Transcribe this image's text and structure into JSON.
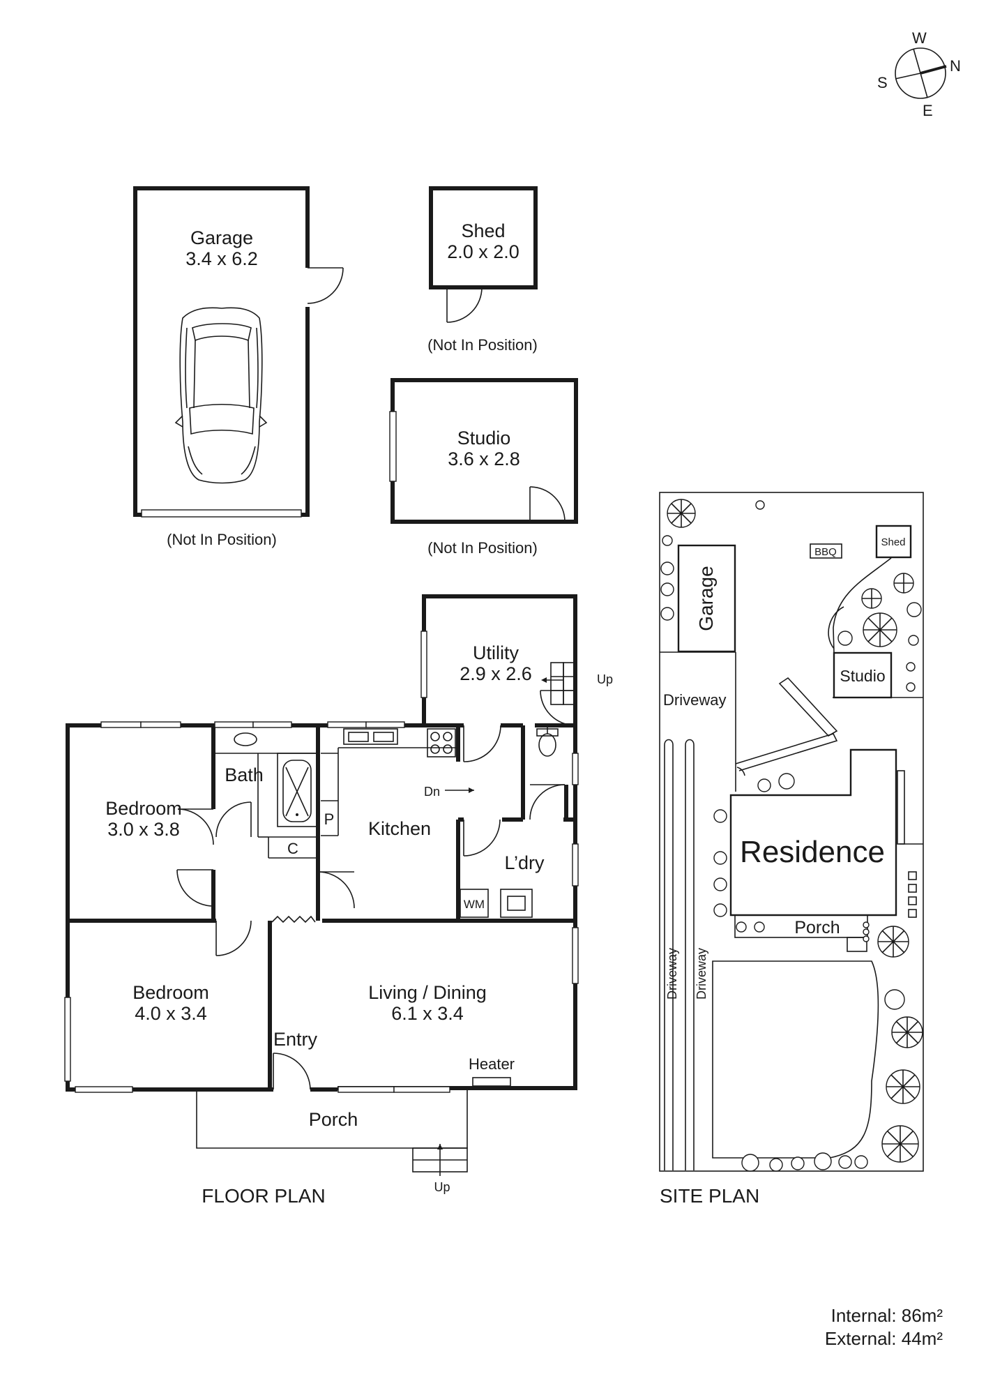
{
  "compass": {
    "north": "N",
    "south": "S",
    "east": "E",
    "west": "W"
  },
  "floor_plan": {
    "title": "FLOOR PLAN",
    "garage": {
      "name": "Garage",
      "dims": "3.4 x 6.2",
      "note": "(Not In Position)"
    },
    "shed": {
      "name": "Shed",
      "dims": "2.0 x 2.0",
      "note": "(Not In Position)"
    },
    "studio": {
      "name": "Studio",
      "dims": "3.6 x 2.8",
      "note": "(Not In Position)"
    },
    "utility": {
      "name": "Utility",
      "dims": "2.9 x 2.6",
      "stair_label": "Up"
    },
    "bedroom1": {
      "name": "Bedroom",
      "dims": "3.0 x 3.8"
    },
    "bedroom2": {
      "name": "Bedroom",
      "dims": "4.0 x 3.4"
    },
    "bath": {
      "name": "Bath"
    },
    "pantry": {
      "name": "P"
    },
    "cupboard": {
      "name": "C"
    },
    "kitchen": {
      "name": "Kitchen",
      "step_label": "Dn"
    },
    "laundry": {
      "name": "L’dry",
      "wm": "WM"
    },
    "living": {
      "name": "Living / Dining",
      "dims": "6.1 x 3.4"
    },
    "entry": {
      "name": "Entry"
    },
    "heater": {
      "name": "Heater"
    },
    "porch": {
      "name": "Porch",
      "stair_label": "Up"
    }
  },
  "site_plan": {
    "title": "SITE PLAN",
    "garage": "Garage",
    "shed": "Shed",
    "bbq": "BBQ",
    "studio": "Studio",
    "driveway_top": "Driveway",
    "driveway_v1": "Driveway",
    "driveway_v2": "Driveway",
    "residence": "Residence",
    "porch": "Porch"
  },
  "areas": {
    "internal": "Internal: 86m²",
    "external": "External: 44m²"
  }
}
